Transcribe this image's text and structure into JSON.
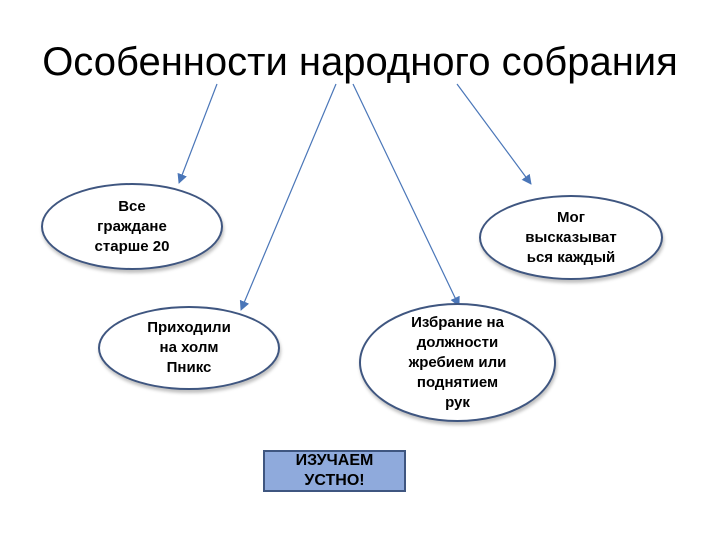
{
  "title": "Особенности народного собрания",
  "nodes": [
    {
      "id": "all-citizens",
      "lines": [
        "Все",
        "граждане",
        "старше 20"
      ]
    },
    {
      "id": "pnyx-hill",
      "lines": [
        "Приходили",
        "на холм",
        "Пникс"
      ]
    },
    {
      "id": "election",
      "lines": [
        "Избрание на",
        "должности",
        "жребием или",
        "поднятием",
        "рук"
      ]
    },
    {
      "id": "speak",
      "lines": [
        "Мог",
        "высказыват",
        "ься каждый"
      ]
    }
  ],
  "note": {
    "lines": [
      "ИЗУЧАЕМ",
      "УСТНО!"
    ]
  },
  "colors": {
    "node_border": "#3f5680",
    "arrow": "#4a76b8",
    "note_fill": "#8faadc"
  }
}
